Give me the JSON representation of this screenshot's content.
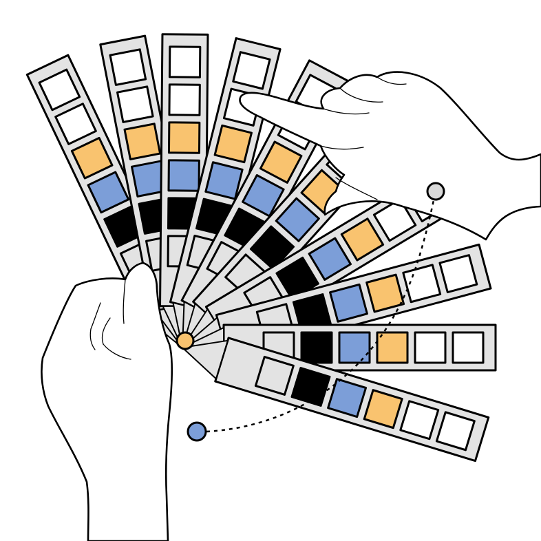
{
  "colors": {
    "background": "#ffffff",
    "strip": "#e3e3e3",
    "outline": "#000000",
    "swatch_orange": "#f9c36f",
    "swatch_blue": "#7c9ed8",
    "swatch_black": "#000000",
    "swatch_white": "#ffffff",
    "swatch_light_gray": "#e3e3e3",
    "pivot_marker": "#f9c36f",
    "drag_start_marker": "#7c9ed8",
    "drag_end_marker": "#d9d9d9"
  },
  "fan": {
    "strip_count": 10,
    "swatches_per_strip": 6,
    "strip_angles_deg": [
      -115.5,
      -101,
      -89.5,
      -76,
      -62,
      -48,
      -31,
      -15,
      0,
      17
    ],
    "swatch_pattern": [
      "light_gray",
      "black",
      "blue",
      "orange",
      "white",
      "empty"
    ]
  },
  "icons": {
    "left_hand": "hand-holding-fan-icon",
    "right_hand": "hand-spreading-fan-icon",
    "pivot": "pivot-marker-icon",
    "drag_start": "drag-start-marker-icon",
    "drag_end": "drag-end-marker-icon"
  }
}
